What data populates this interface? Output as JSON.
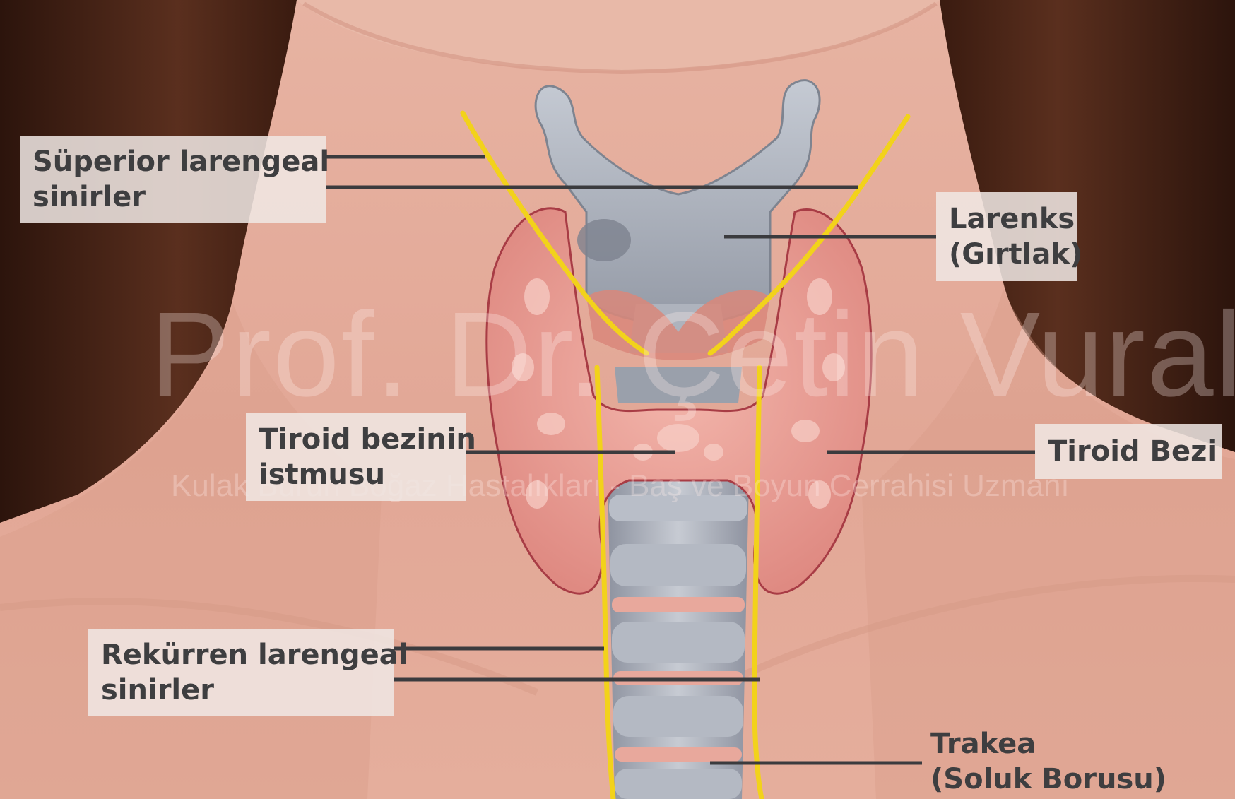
{
  "labels": {
    "superior": {
      "line1": "Süperior larengeal",
      "line2": "sinirler"
    },
    "larynx": {
      "line1": "Larenks",
      "line2": "(Gırtlak)"
    },
    "isthmus": {
      "line1": "Tiroid bezinin",
      "line2": "istmusu"
    },
    "thyroid": {
      "line1": "Tiroid Bezi"
    },
    "recurrent": {
      "line1": "Rekürren larengeal",
      "line2": "sinirler"
    },
    "trachea": {
      "line1": "Trakea",
      "line2": "(Soluk Borusu)"
    }
  },
  "watermark": {
    "name": "Prof. Dr. Çetin Vural",
    "subtitle": "Kulak Burun Boğaz Hastalıkları - Baş ve Boyun Cerrahisi Uzmanı"
  },
  "colors": {
    "skin": "#e3aa98",
    "hair": "#4a2518",
    "cartilage": "#a9aeb8",
    "thyroid": "#e8968e",
    "nerve": "#f2d21b",
    "leader": "#3b3b3e",
    "label_bg": "#f0e8e4",
    "label_text": "#3e3e40"
  }
}
